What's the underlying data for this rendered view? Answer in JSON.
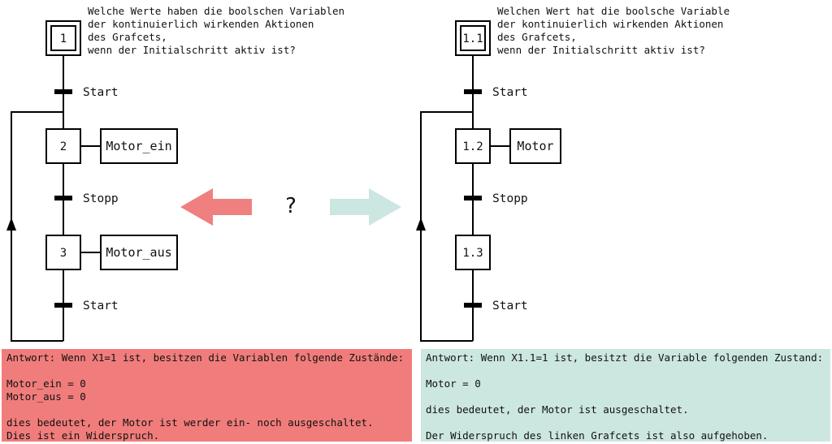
{
  "colors": {
    "red_panel": "#f07d7b",
    "teal_panel": "#cce6e0",
    "red_arrow": "#f08080",
    "teal_arrow": "#cce6e2",
    "line": "#000000"
  },
  "left": {
    "question": [
      "Welche Werte haben die boolschen Variablen",
      "der kontinuierlich wirkenden Aktionen",
      "des Grafcets,",
      "wenn der Initialschritt aktiv ist?"
    ],
    "steps": [
      "1",
      "2",
      "3"
    ],
    "transitions": [
      "Start",
      "Stopp",
      "Start"
    ],
    "actions": [
      "Motor_ein",
      "Motor_aus"
    ],
    "answer": {
      "line1": "Antwort: Wenn X1=1 ist, besitzen die Variablen folgende Zustände:",
      "line2": "Motor_ein = 0",
      "line3": "Motor_aus = 0",
      "line4": "dies bedeutet, der Motor ist werder ein- noch ausgeschaltet.",
      "line5": "Dies ist ein Widerspruch."
    }
  },
  "right": {
    "question": [
      "Welchen Wert hat die boolsche Variable",
      "der kontinuierlich wirkenden Aktionen",
      "des Grafcets,",
      "wenn der Initialschritt aktiv ist?"
    ],
    "steps": [
      "1.1",
      "1.2",
      "1.3"
    ],
    "transitions": [
      "Start",
      "Stopp",
      "Start"
    ],
    "actions": [
      "Motor"
    ],
    "answer": {
      "line1": "Antwort: Wenn X1.1=1 ist, besitzt die Variable folgenden Zustand:",
      "line2": "Motor = 0",
      "line3": "dies bedeutet, der Motor ist ausgeschaltet.",
      "line4": "Der Widerspruch des linken Grafcets ist also aufgehoben."
    }
  },
  "center": {
    "question_mark": "?"
  }
}
